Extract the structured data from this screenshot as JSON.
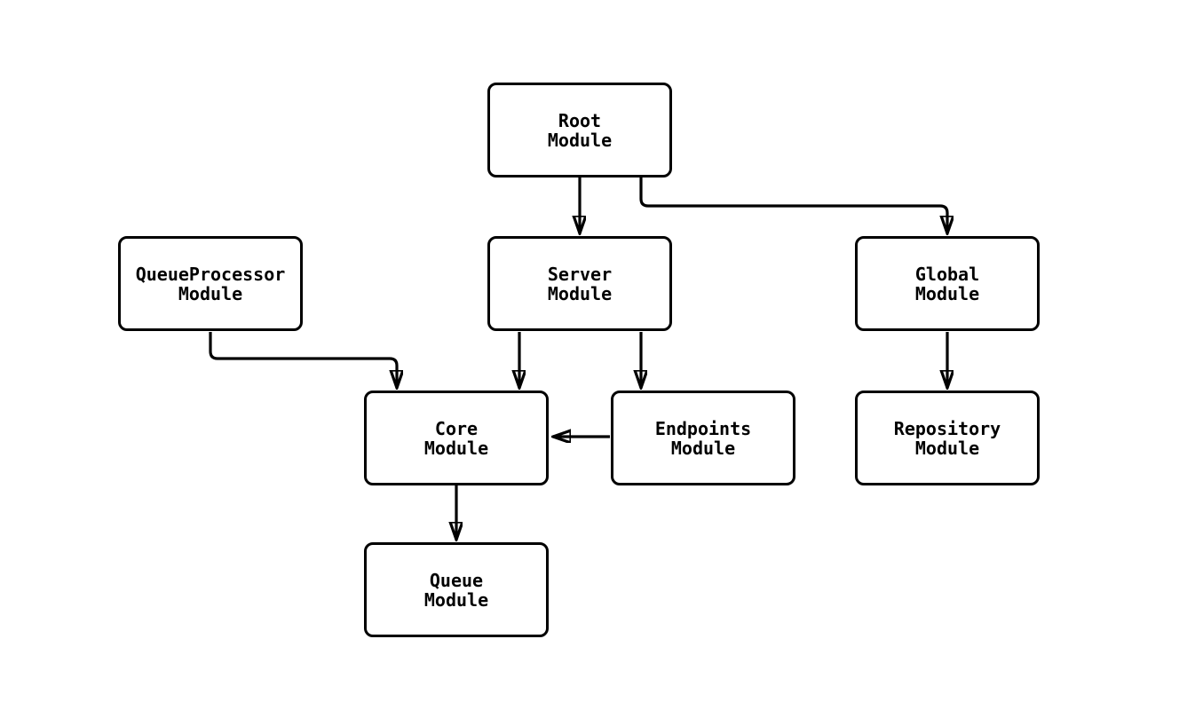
{
  "diagram": {
    "type": "module-dependency-graph",
    "colors": {
      "background": "#ffffff",
      "stroke": "#000000",
      "node_fill": "#ffffff",
      "node_border": "#000000",
      "text": "#000000"
    },
    "nodes": {
      "root": {
        "label": "Root\nModule"
      },
      "queue_processor": {
        "label": "QueueProcessor\nModule"
      },
      "server": {
        "label": "Server\nModule"
      },
      "global": {
        "label": "Global\nModule"
      },
      "core": {
        "label": "Core\nModule"
      },
      "endpoints": {
        "label": "Endpoints\nModule"
      },
      "repository": {
        "label": "Repository\nModule"
      },
      "queue": {
        "label": "Queue\nModule"
      }
    },
    "edges": [
      {
        "from": "Root Module",
        "to": "Server Module"
      },
      {
        "from": "Root Module",
        "to": "Global Module"
      },
      {
        "from": "QueueProcessor Module",
        "to": "Core Module"
      },
      {
        "from": "Server Module",
        "to": "Core Module"
      },
      {
        "from": "Server Module",
        "to": "Endpoints Module"
      },
      {
        "from": "Endpoints Module",
        "to": "Core Module"
      },
      {
        "from": "Global Module",
        "to": "Repository Module"
      },
      {
        "from": "Core Module",
        "to": "Queue Module"
      }
    ]
  }
}
